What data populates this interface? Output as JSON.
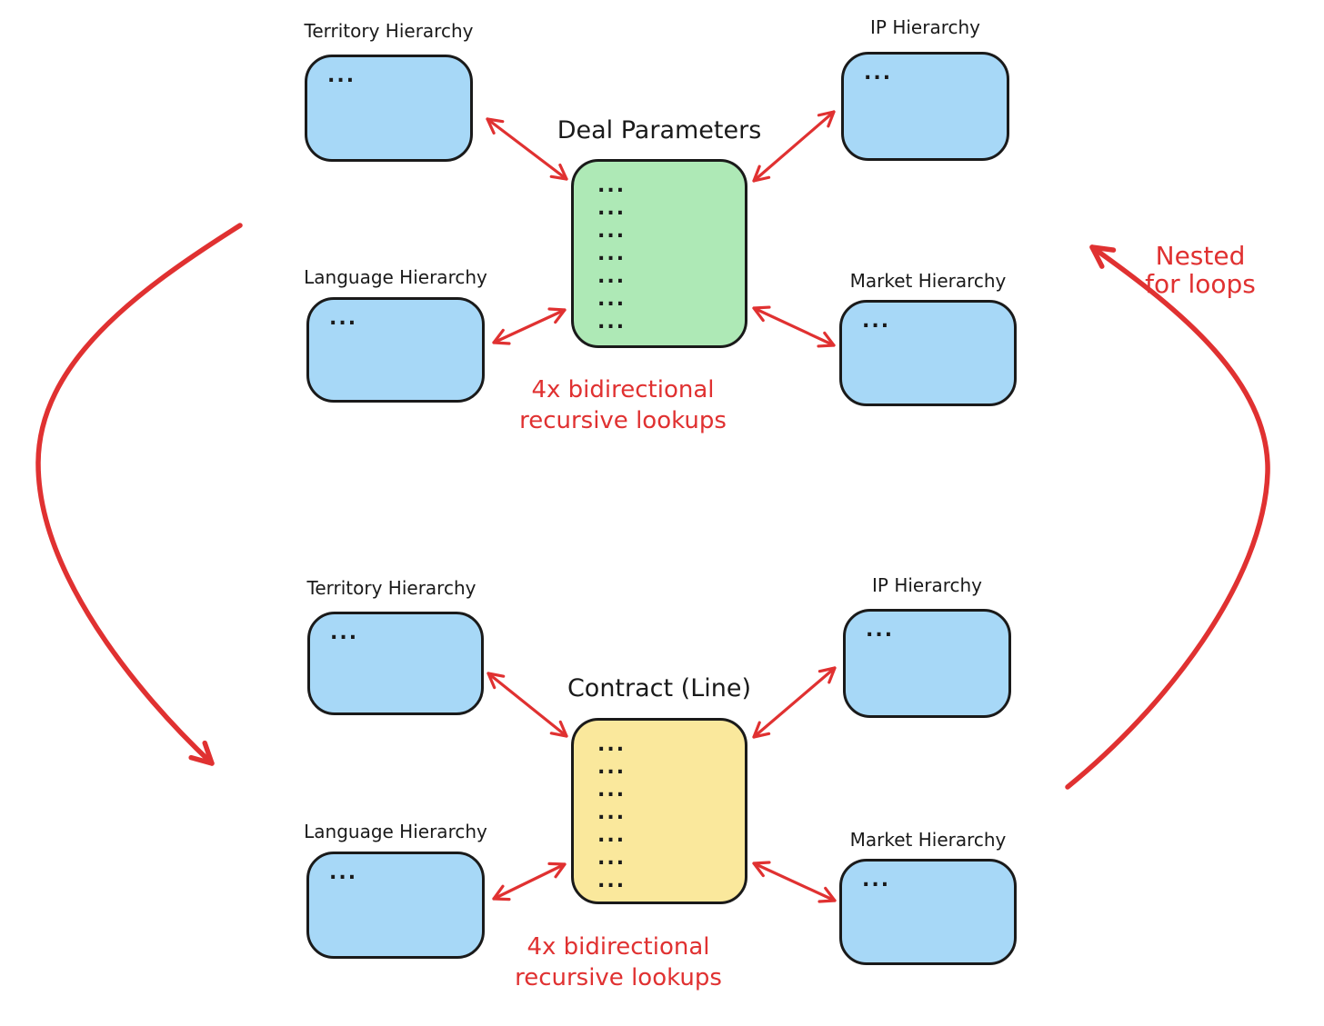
{
  "colors": {
    "blue": "#a7d8f7",
    "green": "#aee9b6",
    "yellow": "#fae89c",
    "red": "#e03131",
    "ink": "#1a1a1a"
  },
  "clusters": [
    {
      "id": "top",
      "center": {
        "title": "Deal Parameters",
        "ellipsis_rows": [
          "...",
          "...",
          "...",
          "...",
          "...",
          "...",
          "..."
        ]
      },
      "satellites": [
        {
          "label": "Territory Hierarchy",
          "content": "..."
        },
        {
          "label": "IP Hierarchy",
          "content": "..."
        },
        {
          "label": "Language Hierarchy",
          "content": "..."
        },
        {
          "label": "Market Hierarchy",
          "content": "..."
        }
      ],
      "annotation": {
        "line1": "4x bidirectional",
        "line2": "recursive lookups"
      }
    },
    {
      "id": "bottom",
      "center": {
        "title": "Contract (Line)",
        "ellipsis_rows": [
          "...",
          "...",
          "...",
          "...",
          "...",
          "...",
          "..."
        ]
      },
      "satellites": [
        {
          "label": "Territory Hierarchy",
          "content": "..."
        },
        {
          "label": "IP Hierarchy",
          "content": "..."
        },
        {
          "label": "Language Hierarchy",
          "content": "..."
        },
        {
          "label": "Market Hierarchy",
          "content": "..."
        }
      ],
      "annotation": {
        "line1": "4x bidirectional",
        "line2": "recursive lookups"
      }
    }
  ],
  "loop_note": {
    "line1": "Nested",
    "line2": "for loops"
  }
}
